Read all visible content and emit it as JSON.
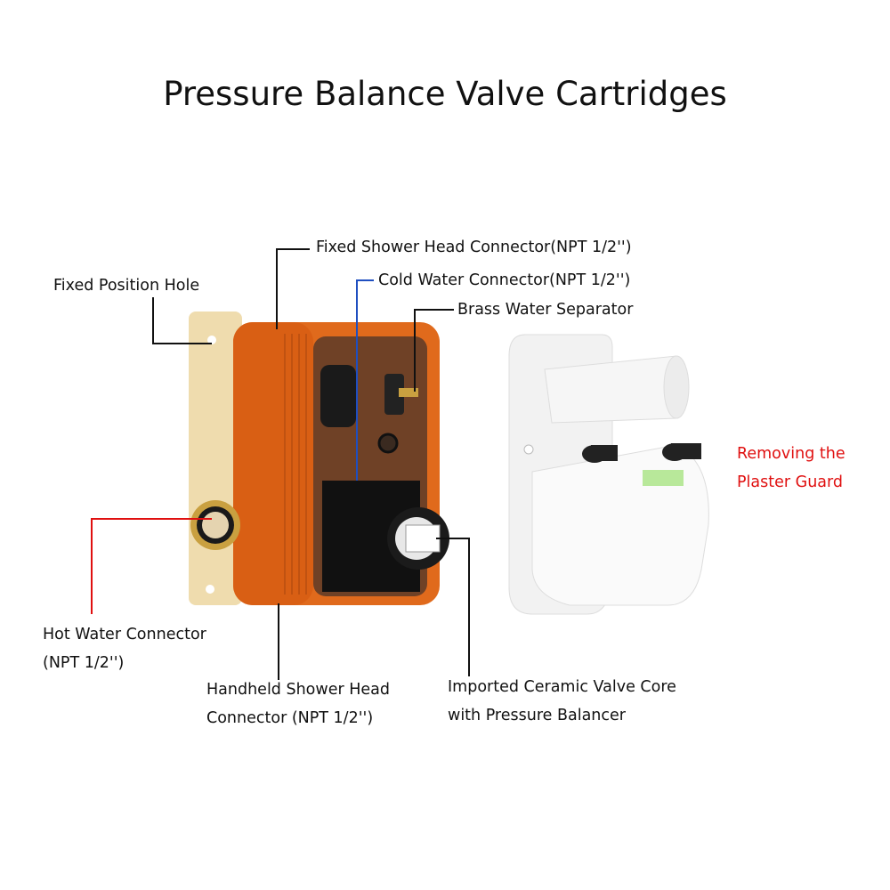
{
  "title": "Pressure Balance Valve Cartridges",
  "labels": {
    "fixed_shower_head": "Fixed Shower Head Connector(NPT 1/2'')",
    "cold_water": "Cold Water Connector(NPT 1/2'')",
    "brass_separator": "Brass Water Separator",
    "fixed_position_hole": "Fixed Position Hole",
    "hot_water_line1": "Hot Water Connector",
    "hot_water_line2": "(NPT 1/2'')",
    "handheld_line1": "Handheld Shower Head",
    "handheld_line2": "Connector (NPT 1/2'')",
    "ceramic_line1": "Imported Ceramic Valve Core",
    "ceramic_line2": "with Pressure Balancer",
    "plaster_line1": "Removing the",
    "plaster_line2": "Plaster Guard"
  },
  "colors": {
    "callout_red": "#e01010",
    "callout_blue": "#1f4fc0",
    "box_orange": "#e06a1c"
  }
}
